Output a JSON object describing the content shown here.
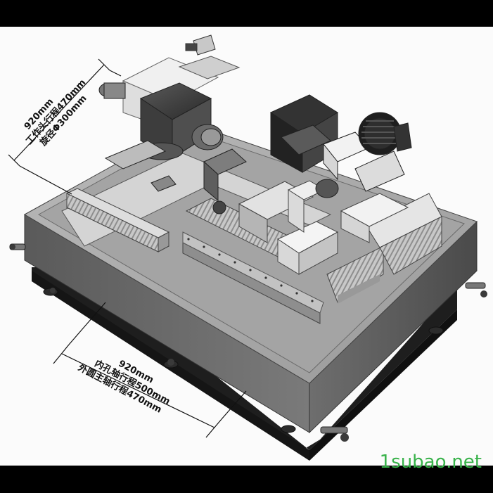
{
  "annotations": {
    "top_left": {
      "line1": "920mm",
      "line2": "工作头行程470mm",
      "line3": "旋径Φ300mm"
    },
    "bottom": {
      "line1": "920mm",
      "line2": "内孔轴行程500mm",
      "line3": "外圆主轴行程470mm"
    }
  },
  "watermark": "1subao.net",
  "colors": {
    "background": "#fbfbfb",
    "frame": "#000000",
    "machine_dark": "#3a3a3a",
    "machine_mid": "#8a8a8a",
    "machine_light": "#cfcfcf",
    "watermark": "#38b24a"
  }
}
